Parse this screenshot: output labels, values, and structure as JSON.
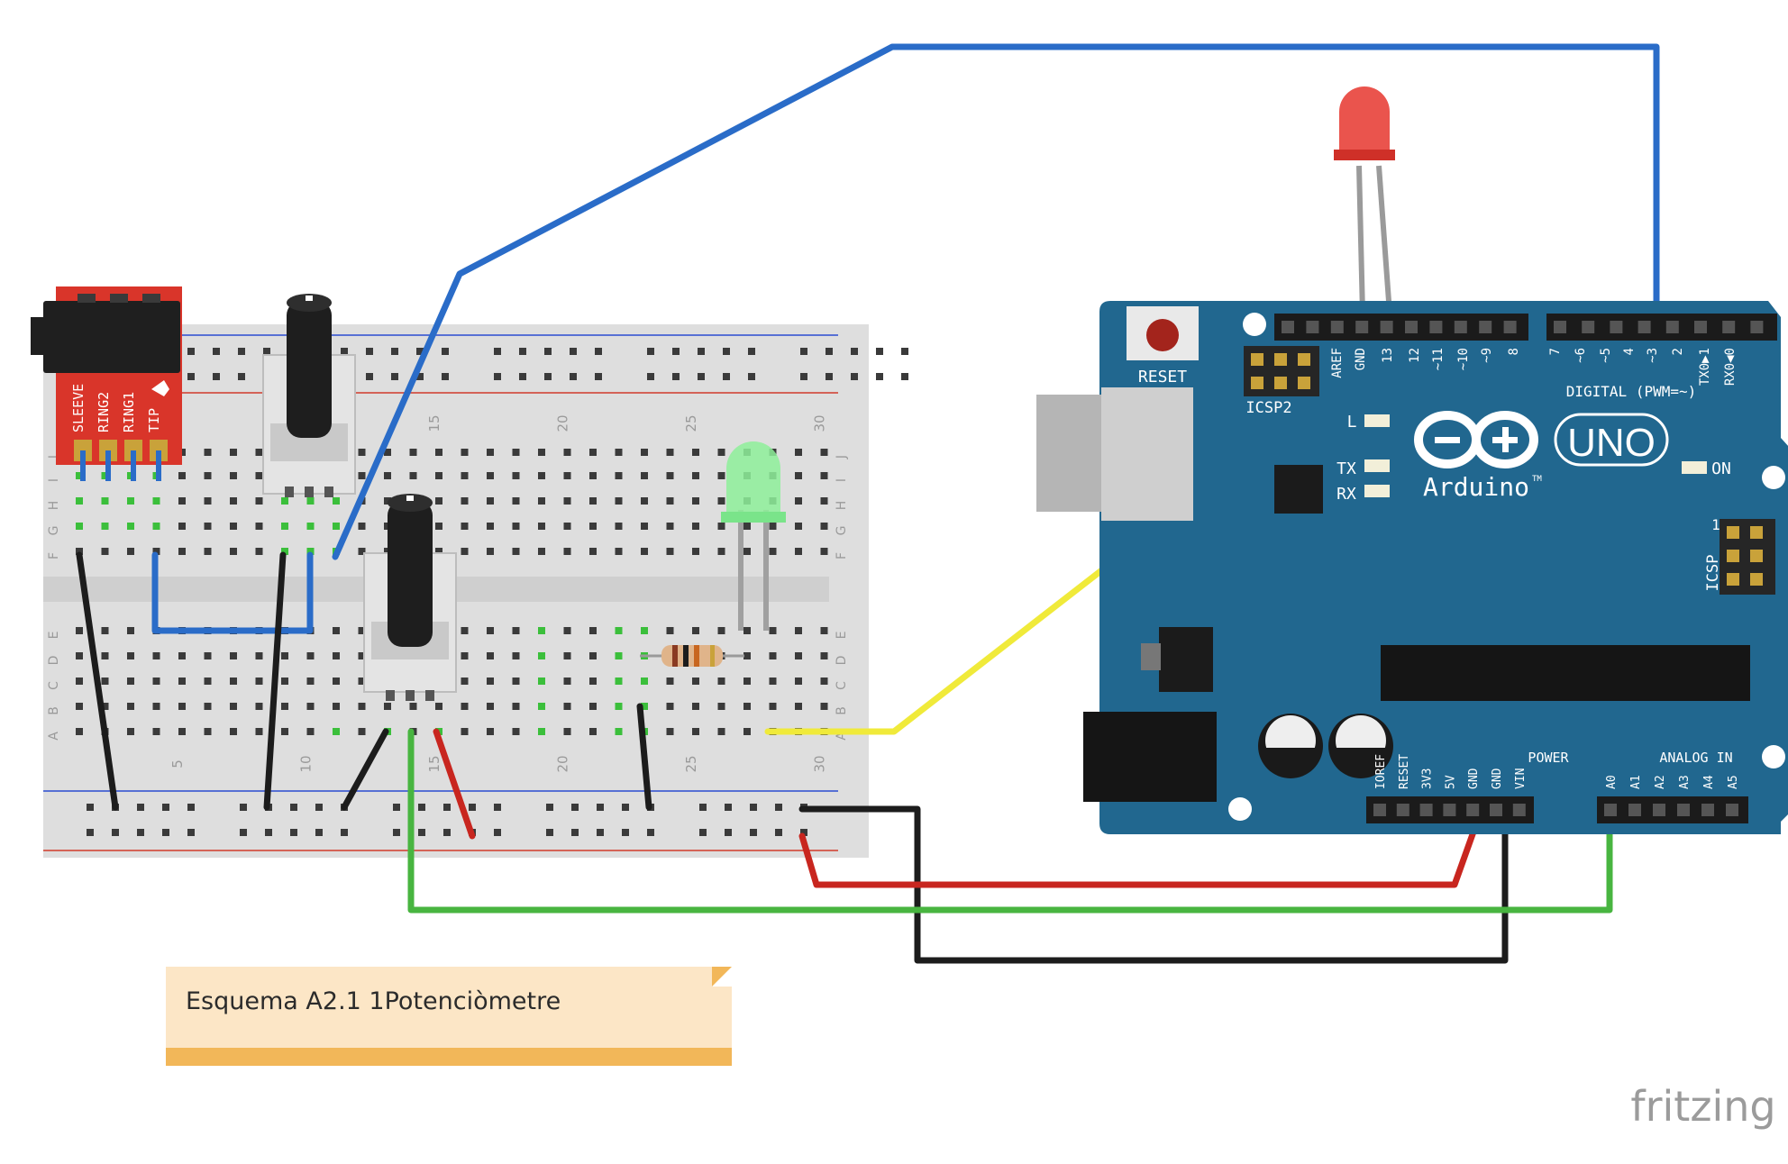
{
  "annotation": {
    "text": "Esquema A2.1 1Potenciòmetre"
  },
  "watermark": {
    "text": "fritzing"
  },
  "audio_jack": {
    "pins": [
      "SLEEVE",
      "RING2",
      "RING1",
      "TIP"
    ]
  },
  "breadboard": {
    "column_numbers": [
      "5",
      "10",
      "15",
      "20",
      "25",
      "30"
    ],
    "rows_top": [
      "J",
      "I",
      "H",
      "G",
      "F"
    ],
    "rows_bottom": [
      "E",
      "D",
      "C",
      "B",
      "A"
    ]
  },
  "arduino": {
    "reset_label": "RESET",
    "icsp2_label": "ICSP2",
    "icsp_label": "ICSP",
    "icsp_pin1": "1",
    "logo_text": "Arduino",
    "tm": "TM",
    "model": "UNO",
    "led_L": "L",
    "led_TX": "TX",
    "led_RX": "RX",
    "led_ON": "ON",
    "digital_label": "DIGITAL (PWM=~)",
    "digital_pins": [
      "AREF",
      "GND",
      "13",
      "12",
      "~11",
      "~10",
      "~9",
      "8",
      "7",
      "~6",
      "~5",
      "4",
      "~3",
      "2",
      "TX0▶1",
      "RX0◀0"
    ],
    "power_label": "POWER",
    "power_pins": [
      "IOREF",
      "RESET",
      "3V3",
      "5V",
      "GND",
      "GND",
      "VIN"
    ],
    "analog_label": "ANALOG IN",
    "analog_pins": [
      "A0",
      "A1",
      "A2",
      "A3",
      "A4",
      "A5"
    ]
  },
  "colors": {
    "wire_blue": "#2a6cc8",
    "wire_black": "#1c1c1c",
    "wire_red": "#c8261f",
    "wire_green": "#48b540",
    "wire_yellow": "#f0ea3a",
    "arduino_board": "#21678f",
    "breadboard": "#dedede",
    "jack_board": "#d9352a",
    "note_bg": "#fce6c6",
    "note_accent": "#f2b759"
  }
}
